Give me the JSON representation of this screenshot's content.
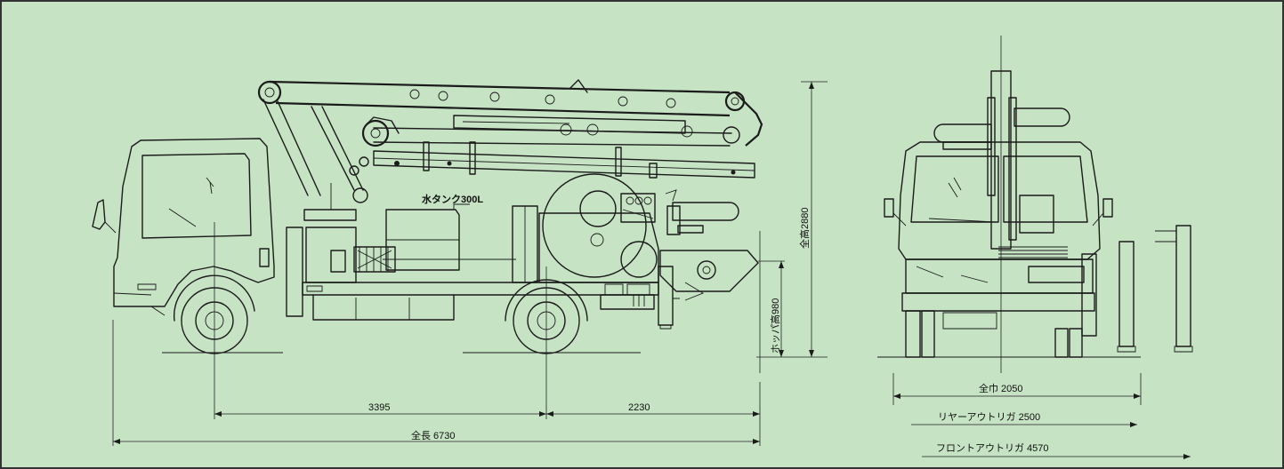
{
  "labels": {
    "water_tank": "水タンク300L",
    "overall_height": "全高2880",
    "hopper_height": "ホッパ高980",
    "wheelbase": "3395",
    "rear_overhang": "2230",
    "overall_length": "全長  6730",
    "overall_width": "全巾  2050",
    "rear_outrigger": "リヤーアウトリガ  2500",
    "front_outrigger": "フロントアウトリガ  4570"
  },
  "colors": {
    "background": "#c6e3c4",
    "line": "#1b1b1b"
  }
}
